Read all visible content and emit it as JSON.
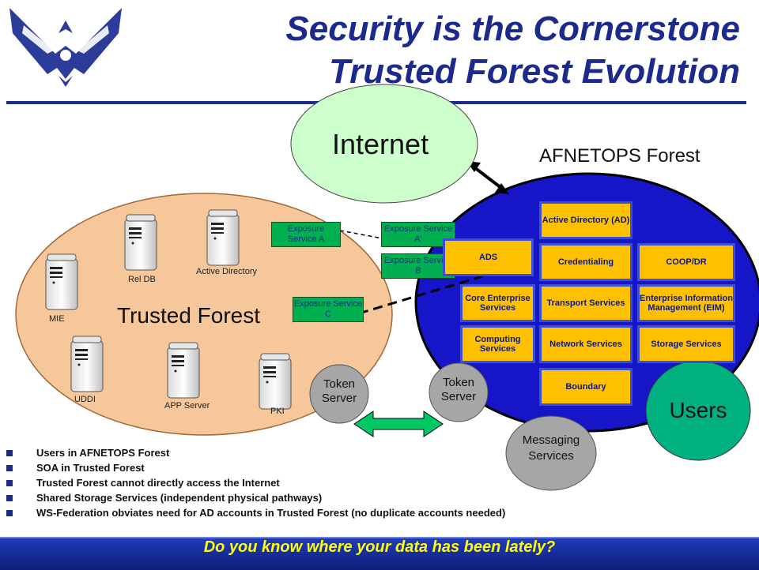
{
  "title": {
    "line1": "Security is the Cornerstone",
    "line2": "Trusted Forest Evolution"
  },
  "logo": {
    "icon": "air-force-wings-icon",
    "color": "#2b3c9a"
  },
  "colors": {
    "title": "#1c2a8c",
    "trusted_forest_fill": "#f6c79a",
    "afnetops_fill": "#1616c8",
    "service_box": "#ffc000",
    "exposure_box": "#00b050",
    "internet_fill": "#ccffcc",
    "users_fill": "#00b080",
    "gray_circle": "#a6a6a6",
    "footer_text": "#ffff00"
  },
  "diagram": {
    "internet": "Internet",
    "afnetops_forest_label": "AFNETOPS Forest",
    "trusted_forest_label": "Trusted Forest",
    "servers": [
      "MIE",
      "Rel DB",
      "Active Directory",
      "UDDI",
      "APP Server",
      "PKI"
    ],
    "exposure": {
      "a": "Exposure Service A",
      "a_prime": "Exposure Service A'",
      "b": "Exposure Service B",
      "c": "Exposure Service C"
    },
    "services": {
      "active_directory": "Active Directory (AD)",
      "ads": "ADS",
      "credentialing": "Credentialing",
      "coop_dr": "COOP/DR",
      "core_enterprise": "Core Enterprise Services",
      "transport": "Transport Services",
      "eim": "Enterprise Information Management (EIM)",
      "computing": "Computing Services",
      "network": "Network Services",
      "storage": "Storage Services",
      "boundary": "Boundary"
    },
    "token_server_left": "Token Server",
    "token_server_right": "Token Server",
    "messaging": "Messaging Services",
    "users": "Users"
  },
  "bullets": [
    "Users in AFNETOPS Forest",
    "SOA in Trusted Forest",
    "Trusted Forest cannot directly access the Internet",
    "Shared Storage Services (independent physical pathways)",
    "WS-Federation obviates need for AD accounts in Trusted Forest (no duplicate accounts needed)"
  ],
  "footer": "Do you know where your data has been lately?"
}
